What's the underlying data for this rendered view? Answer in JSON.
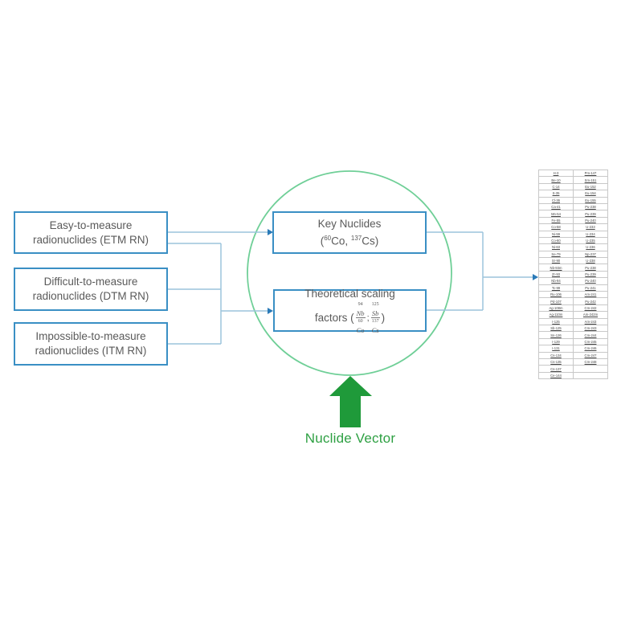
{
  "inputs": [
    {
      "line1": "Easy-to-measure",
      "line2": "radionuclides  (ETM RN)"
    },
    {
      "line1": "Difficult-to-measure",
      "line2": "radionuclides  (DTM RN)"
    },
    {
      "line1": "Impossible-to-measure",
      "line2": "radionuclides  (ITM RN)"
    }
  ],
  "key_nuclides": {
    "title": "Key Nuclides",
    "open": "(",
    "n1_mass": "60",
    "n1_sym": "Co",
    "sep": ", ",
    "n2_mass": "137",
    "n2_sym": "Cs",
    "close": ")"
  },
  "scaling": {
    "title": "Theoretical scaling",
    "prefix": "factors (",
    "f1_num_mass": "94",
    "f1_num_sym": "Nb",
    "f1_den_mass": "60",
    "f1_den_sym": "Co",
    "sep": ";",
    "f2_num_mass": "125",
    "f2_num_sym": "Sb",
    "f2_den_mass": "137",
    "f2_den_sym": "Cs",
    "suffix": ")"
  },
  "nuclide_vector_label": "Nuclide Vector",
  "nuclide_table": {
    "left": [
      "H-3",
      "Be-10",
      "C-14",
      "S-35",
      "Cl-36",
      "Ca-41",
      "Mn-54",
      "Fe-55",
      "Co-58",
      "Ni-59",
      "Co-60",
      "Ni-63",
      "Se-79",
      "Sr-90",
      "Nb-93m",
      "Zr-93",
      "Nb-94",
      "Tc-99",
      "Ru-106",
      "Pd-107",
      "Ag-108m",
      "Ag-110m",
      "I-125",
      "Sb-125",
      "Sn-126",
      "I-129",
      "I-131",
      "Cs-134",
      "Cs-135",
      "Cs-137",
      "Ce-144"
    ],
    "right": [
      "Pm-147",
      "Sm-151",
      "Eu-152",
      "Eu-154",
      "Eu-155",
      "Pu-238",
      "Pu-239",
      "Pu-240",
      "U-233",
      "U-234",
      "U-235",
      "U-236",
      "Np-237",
      "U-238",
      "Pu-238",
      "Pu-239",
      "Pu-240",
      "Pu-241",
      "Am-241",
      "Pu-242",
      "Cm-242",
      "Am-242m",
      "Am-243",
      "Cm-243",
      "Cm-244",
      "Cm-245",
      "Cm-246",
      "Cm-247",
      "Cm-248",
      ""
    ]
  },
  "colors": {
    "box_border": "#3a8fc4",
    "connector": "#9cc4dc",
    "arrow_head": "#2a7ab8",
    "circle": "#6fcf97",
    "vector_arrow": "#1f9a3a",
    "vector_text": "#2ea043"
  }
}
